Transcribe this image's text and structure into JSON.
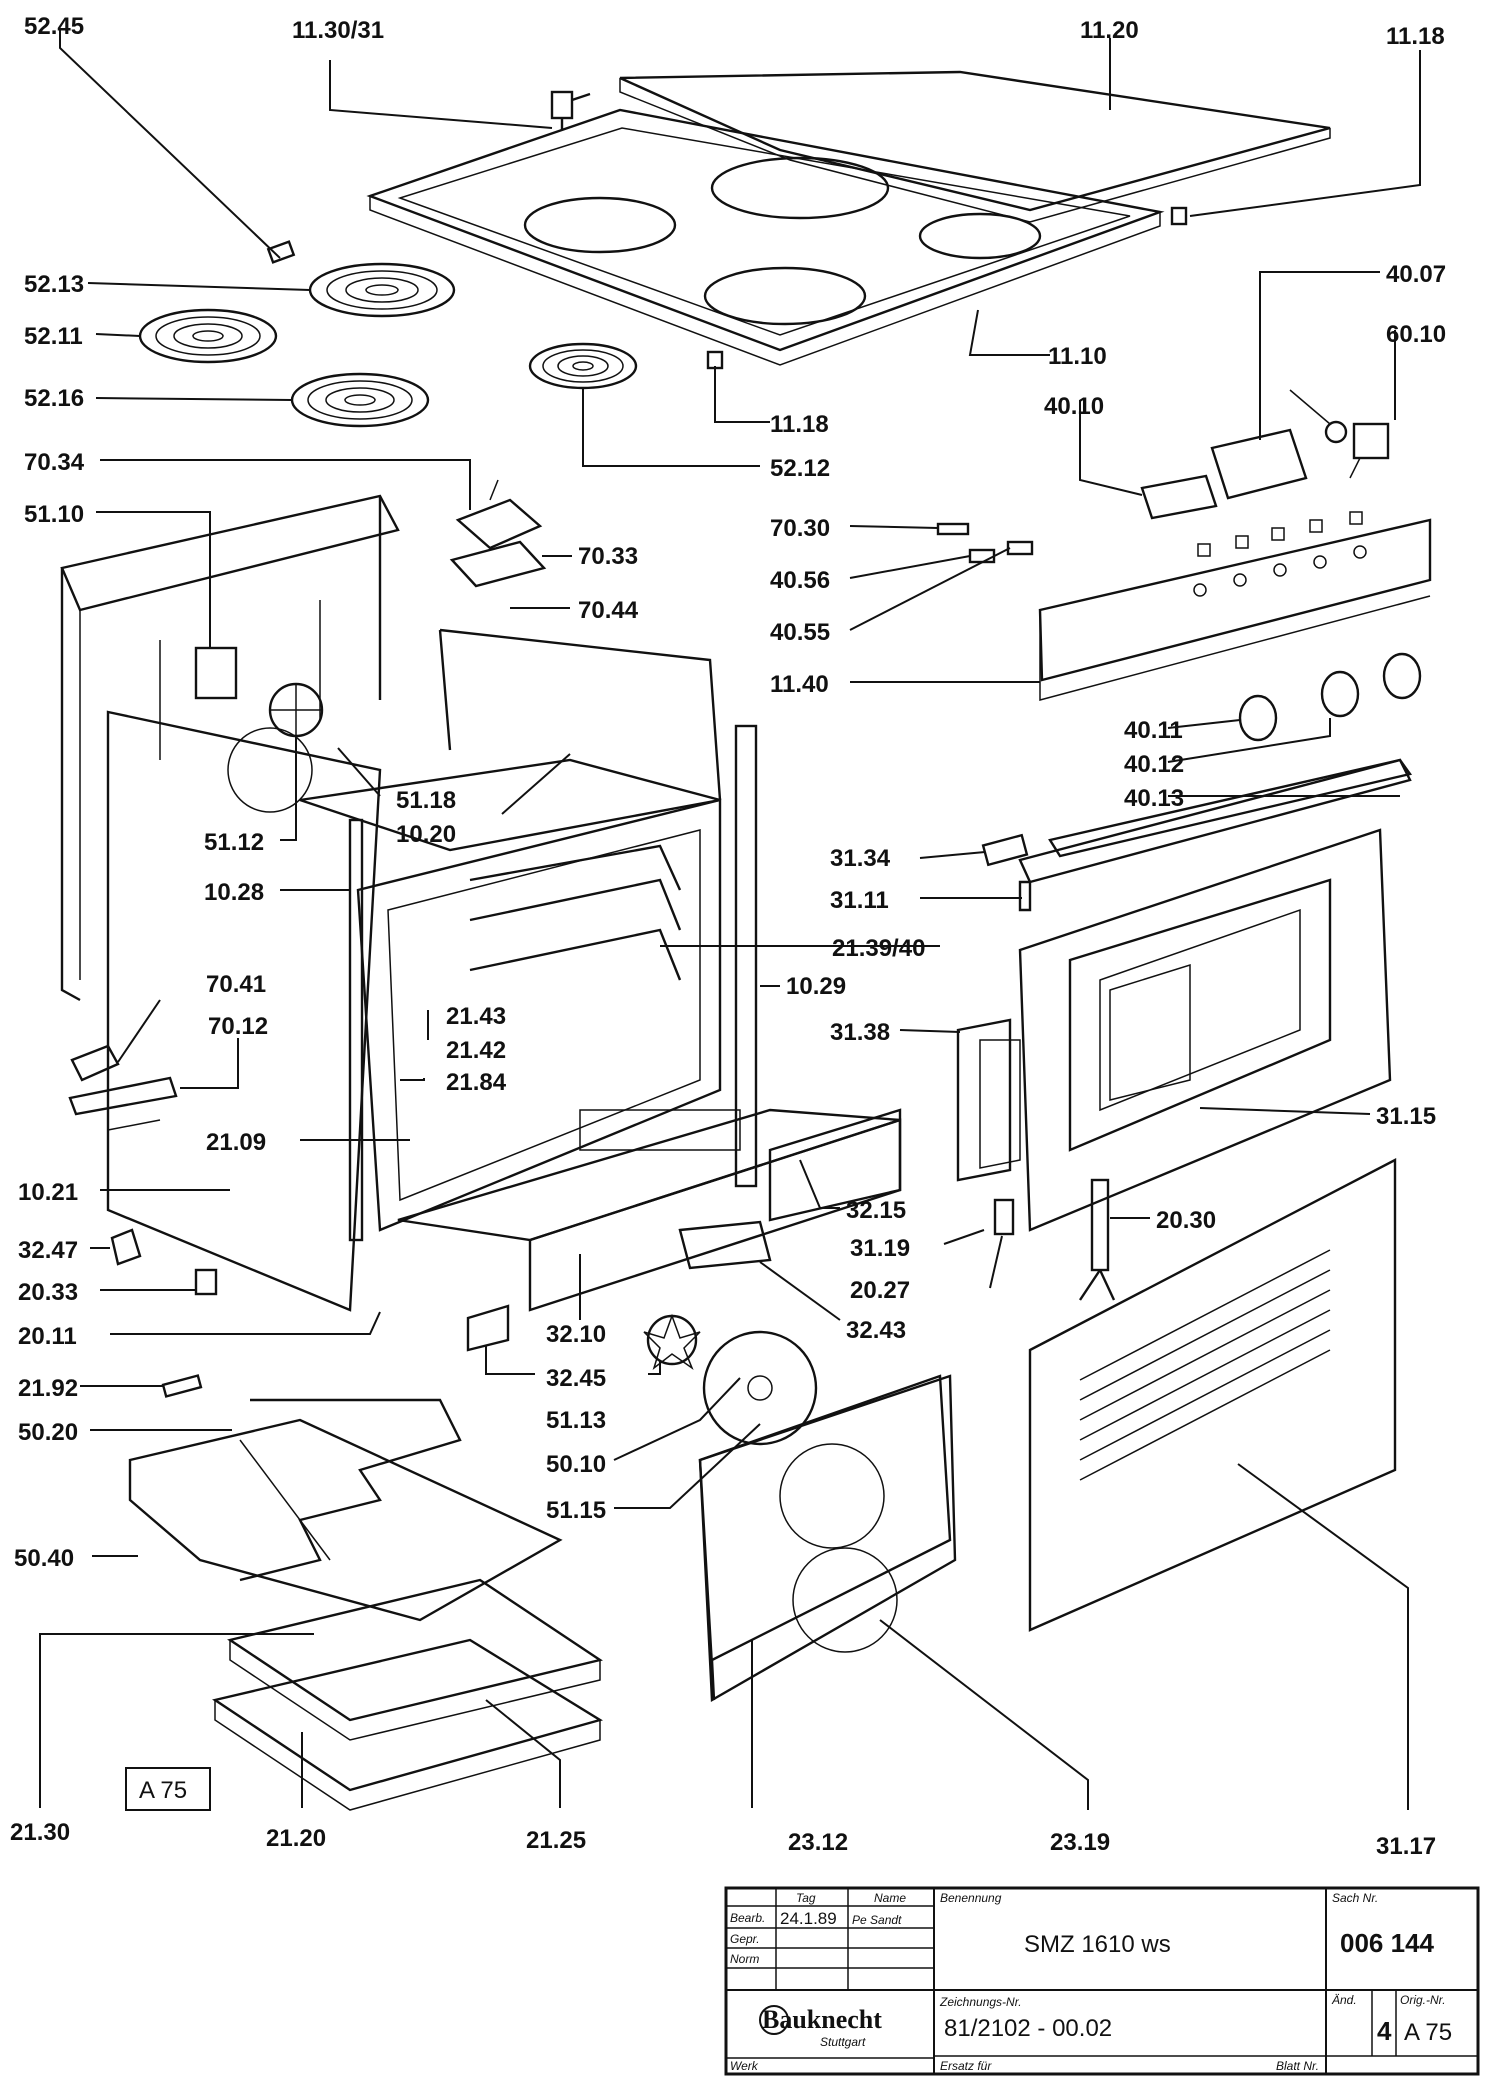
{
  "labels": {
    "l5245": "52.45",
    "l1130": "11.30/31",
    "l1120": "11.20",
    "l1118a": "11.18",
    "l5213": "52.13",
    "l5211": "52.11",
    "l5216": "52.16",
    "l1110": "11.10",
    "l1118b": "11.18",
    "l5212": "52.12",
    "l4007": "40.07",
    "l6010": "60.10",
    "l4010": "40.10",
    "l7034": "70.34",
    "l5110": "51.10",
    "l7033": "70.33",
    "l7044": "70.44",
    "l7030": "70.30",
    "l4056": "40.56",
    "l4055": "40.55",
    "l1140": "11.40",
    "l4011": "40.11",
    "l4012": "40.12",
    "l4013": "40.13",
    "l5118": "51.18",
    "l1020": "10.20",
    "l5112": "51.12",
    "l3134": "31.34",
    "l1028": "10.28",
    "l3111": "31.11",
    "l2139": "21.39/40",
    "l7041": "70.41",
    "l2143": "21.43",
    "l1029": "10.29",
    "l7012": "70.12",
    "l2142": "21.42",
    "l3138": "31.38",
    "l2184": "21.84",
    "l3115": "31.15",
    "l2109": "21.09",
    "l1021": "10.21",
    "l3215": "32.15",
    "l2030": "20.30",
    "l3247": "32.47",
    "l3119": "31.19",
    "l2033": "20.33",
    "l2027": "20.27",
    "l2011": "20.11",
    "l3210": "32.10",
    "l3243": "32.43",
    "l3245": "32.45",
    "l2192": "21.92",
    "l5113": "51.13",
    "l5020": "50.20",
    "l5010": "50.10",
    "l5115": "51.15",
    "l5040": "50.40",
    "l2130": "21.30",
    "l2120": "21.20",
    "l2125": "21.25",
    "l2312": "23.12",
    "l2319": "23.19",
    "l3117": "31.17"
  },
  "stamp": "A 75",
  "title_block": {
    "col_tag": "Tag",
    "col_name": "Name",
    "benennung_label": "Benennung",
    "sach_label": "Sach Nr.",
    "row_bearb": "Bearb.",
    "row_gepr": "Gepr.",
    "row_norm": "Norm",
    "date": "24.1.89",
    "name": "Pe Sandt",
    "designation": "SMZ   1610 ws",
    "sach_nr": "006 144",
    "zeichnung_label": "Zeichnungs-Nr.",
    "drawing_nr": "81/2102 - 00.02",
    "aend_label": "Änd.",
    "aend_value": "4",
    "orig_label": "Orig.-Nr.",
    "orig_value": "A 75",
    "logo_text": "Bauknecht",
    "logo_city": "Stuttgart",
    "werk_label": "Werk",
    "ersatz_label": "Ersatz für",
    "blatt_label": "Blatt Nr."
  }
}
